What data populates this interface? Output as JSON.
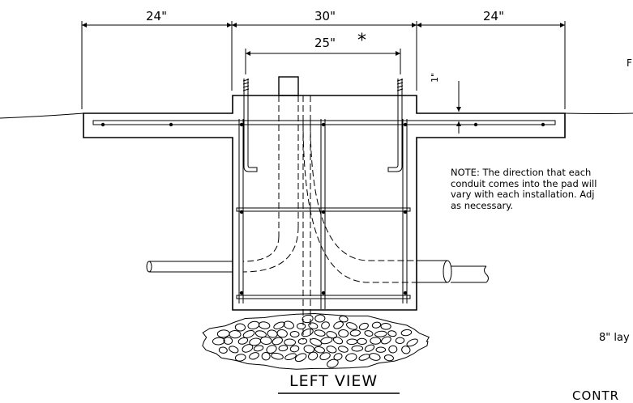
{
  "dimensions": {
    "left_span": "24\"",
    "center_span": "30\"",
    "right_span": "24\"",
    "bolt_span": "25\"",
    "bolt_mark": "*",
    "slab_thickness": "1\""
  },
  "note": {
    "lines": [
      "NOTE: The direction that each",
      "conduit comes into the pad will",
      "vary with each installation.  Adj",
      "as necessary."
    ]
  },
  "view_title": "LEFT VIEW",
  "edge_labels": {
    "top_right": "F",
    "lower_right": "8\" lay",
    "bottom_right": "CONTR"
  }
}
